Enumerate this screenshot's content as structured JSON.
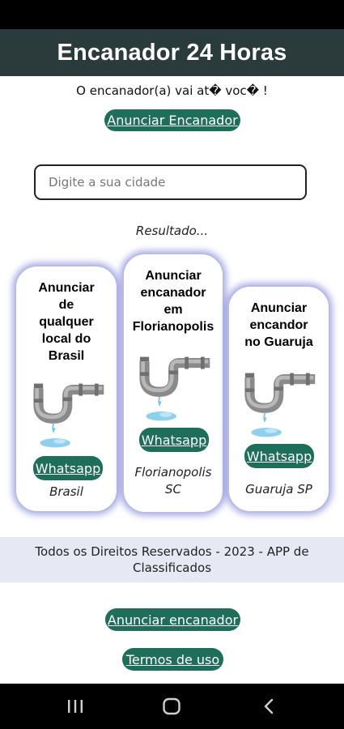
{
  "header": {
    "title": "Encanador 24 Horas"
  },
  "subtitle": "O encanador(a) vai at� voc� !",
  "buttons": {
    "anunciar_top": "Anunciar Encanador",
    "anunciar_bottom": "Anunciar encanador",
    "termos": "Termos de uso"
  },
  "search": {
    "placeholder": "Digite a sua cidade",
    "value": ""
  },
  "result_label": "Resultado...",
  "cards": [
    {
      "title_lines": [
        "Anunciar",
        "de",
        "qualquer",
        "local do",
        "Brasil"
      ],
      "button": "Whatsapp",
      "location_lines": [
        "Brasil"
      ]
    },
    {
      "title_lines": [
        "Anunciar",
        "encanador",
        "em",
        "Florianopolis"
      ],
      "button": "Whatsapp",
      "location_lines": [
        "Florianopolis",
        "SC"
      ]
    },
    {
      "title_lines": [
        "Anunciar",
        "encandor",
        "no Guaruja"
      ],
      "button": "Whatsapp",
      "location_lines": [
        "Guaruja SP"
      ]
    }
  ],
  "footer": {
    "line1": "Todos os Direitos Reservados - 2023 - APP de",
    "line2": "Classificados"
  },
  "colors": {
    "header": "#2b3a3a",
    "button": "#1e6e5a",
    "footer": "#e6e8f4",
    "card_glow": "#6e73d2"
  },
  "icons": {
    "pipe": "leaking-pipe-icon",
    "nav_recent": "recent-apps-icon",
    "nav_home": "home-icon",
    "nav_back": "back-icon"
  }
}
